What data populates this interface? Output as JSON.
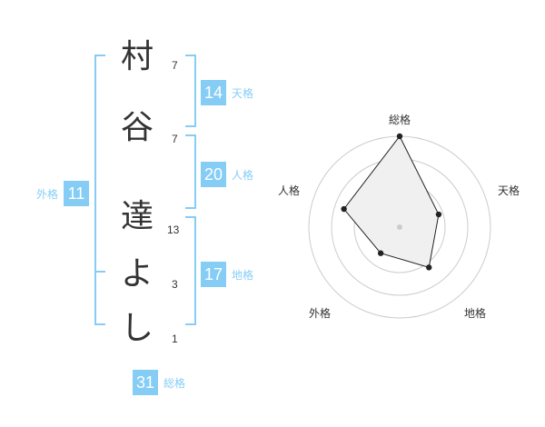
{
  "name": {
    "chars": [
      "村",
      "谷",
      "達",
      "よ",
      "し"
    ],
    "strokes": [
      "7",
      "7",
      "13",
      "3",
      "1"
    ]
  },
  "scores": {
    "tenkaku": {
      "label": "天格",
      "value": "14"
    },
    "jinkaku": {
      "label": "人格",
      "value": "20"
    },
    "chikaku": {
      "label": "地格",
      "value": "17"
    },
    "gaikaku": {
      "label": "外格",
      "value": "11"
    },
    "soukaku": {
      "label": "総格",
      "value": "31"
    }
  },
  "chart_data": {
    "type": "radar",
    "axes": [
      "総格",
      "天格",
      "地格",
      "外格",
      "人格"
    ],
    "values": [
      31,
      14,
      17,
      11,
      20
    ],
    "max": 31,
    "rings": 4,
    "colors": {
      "accent": "#86cdf6",
      "fill": "#f0f0f0",
      "line": "#222222",
      "grid": "#cccccc"
    }
  }
}
